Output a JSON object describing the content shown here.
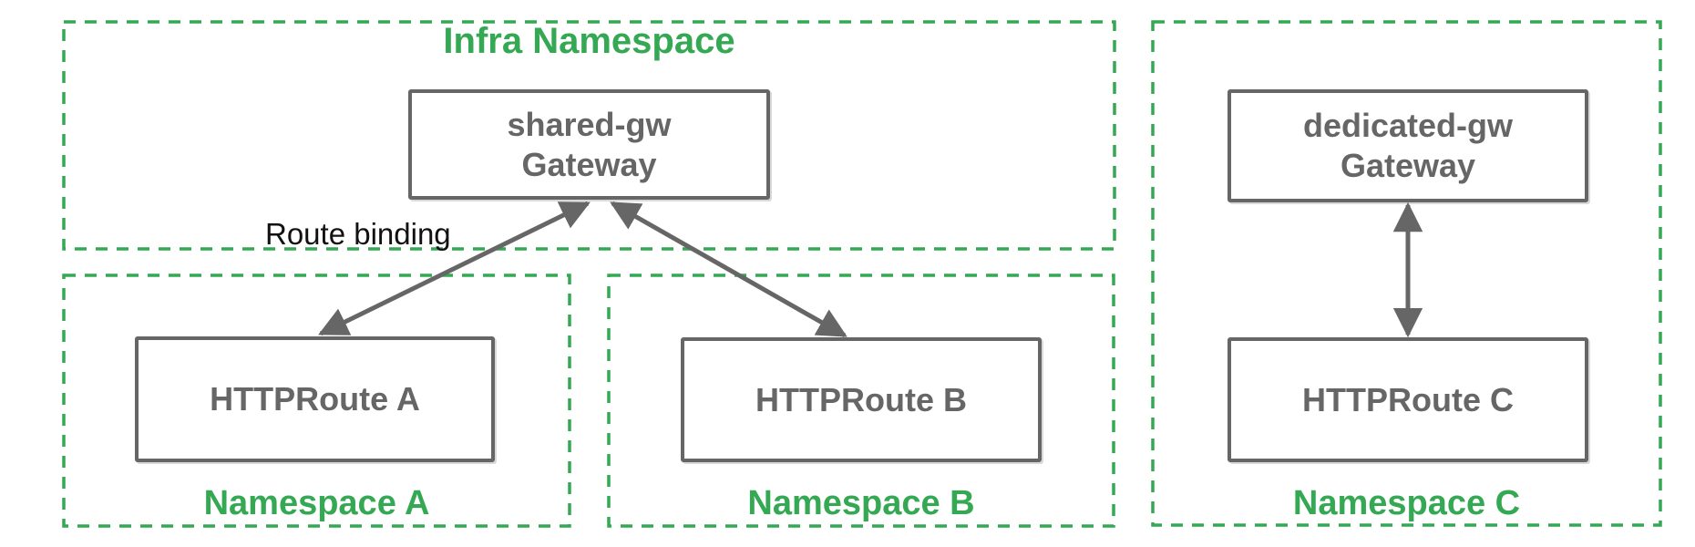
{
  "colors": {
    "namespace_green": "#34A853",
    "node_gray": "#666666",
    "edge_label_black": "#111111"
  },
  "infra": {
    "title": "Infra Namespace",
    "gateway": {
      "line1": "shared-gw",
      "line2": "Gateway"
    }
  },
  "namespace_a": {
    "title": "Namespace A",
    "route": "HTTPRoute A"
  },
  "namespace_b": {
    "title": "Namespace B",
    "route": "HTTPRoute B"
  },
  "namespace_c": {
    "title": "Namespace C",
    "gateway": {
      "line1": "dedicated-gw",
      "line2": "Gateway"
    },
    "route": "HTTPRoute C"
  },
  "annotations": {
    "route_binding": "Route binding"
  }
}
